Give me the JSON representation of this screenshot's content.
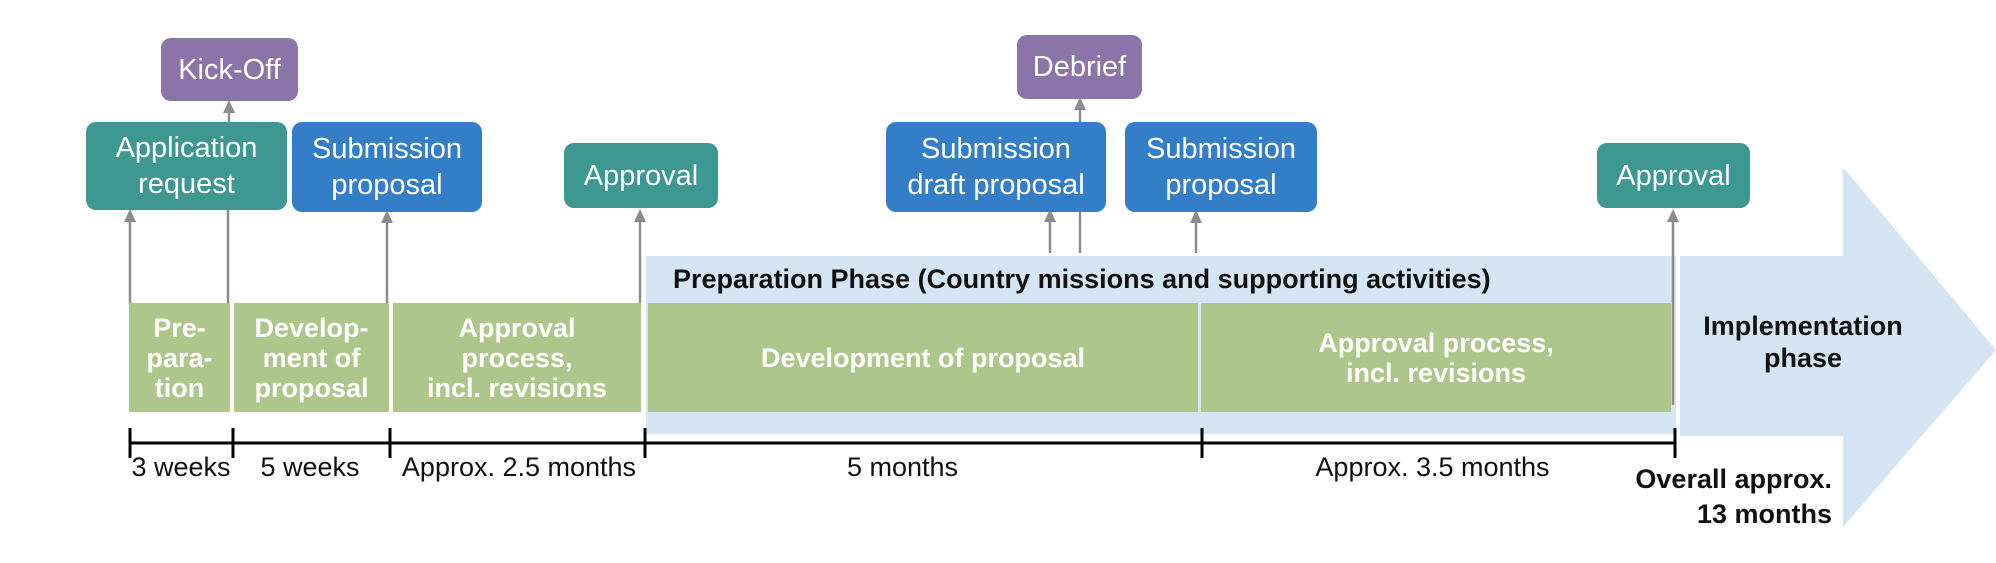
{
  "colors": {
    "application_box": "#3e9790",
    "submission_box": "#347ec7",
    "event_box": "#8b74a7",
    "activity_bar": "#aec58b",
    "phase_band": "#d6e5f4",
    "connector": "#8c8c8c",
    "timeline": "#000000"
  },
  "milestones": {
    "kick_off": "Kick-Off",
    "application_request": "Application\nrequest",
    "submission_proposal_1": "Submission\nproposal",
    "approval_1": "Approval",
    "debrief": "Debrief",
    "submission_draft_proposal": "Submission\ndraft proposal",
    "submission_proposal_2": "Submission\nproposal",
    "approval_2": "Approval"
  },
  "phase_band_title": "Preparation Phase (Country missions and supporting activities)",
  "activities": [
    "Pre-\npara-\ntion",
    "Develop-\nment of\nproposal",
    "Approval\nprocess,\nincl. revisions",
    "Development of proposal",
    "Approval process,\nincl. revisions"
  ],
  "implementation_phase": "Implementation\nphase",
  "durations": [
    "3 weeks",
    "5 weeks",
    "Approx. 2.5 months",
    "5 months",
    "Approx. 3.5 months"
  ],
  "overall": "Overall approx.\n13 months"
}
